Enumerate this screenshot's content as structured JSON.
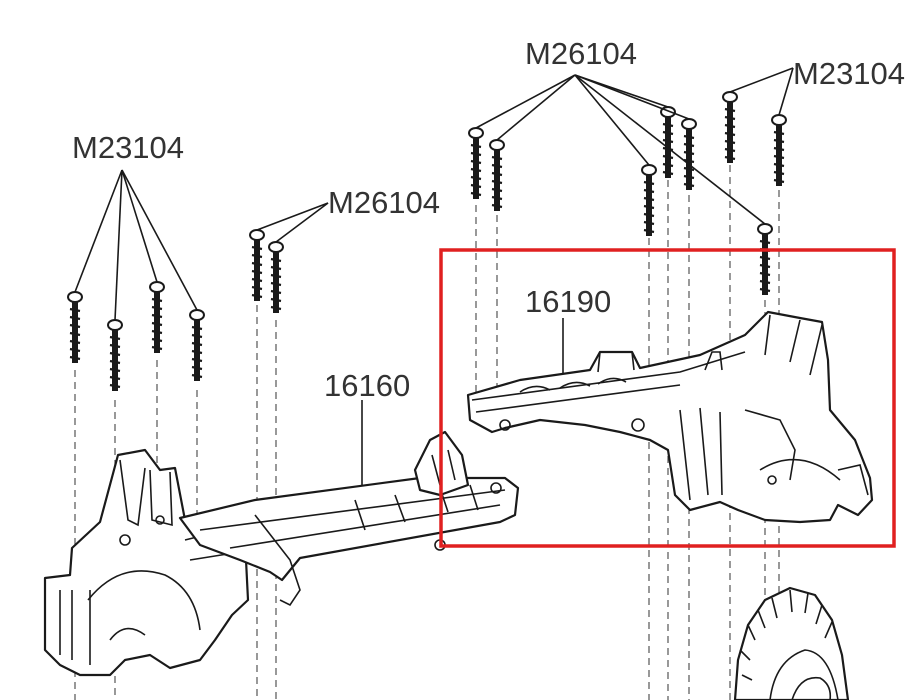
{
  "labels": {
    "screw_group_left": "M23104",
    "screw_group_mid": "M26104",
    "screw_group_top": "M26104",
    "screw_group_top_right": "M23104",
    "part_center_rail": "16160",
    "part_highlighted": "16190"
  },
  "highlight_color": "#e02020"
}
